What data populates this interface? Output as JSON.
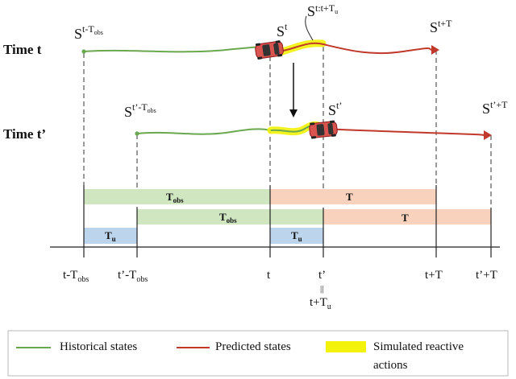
{
  "colors": {
    "historical": "#6aa84f",
    "predicted": "#c0392b",
    "reactive": "#f2f20a",
    "obs_band": "#cfe6c1",
    "pred_band": "#f8d2bd",
    "tu_band": "#bcd4ec",
    "text": "#111111",
    "car": "#d9534f"
  },
  "rows": {
    "time_t": "Time t",
    "time_t_prime": "Time t’"
  },
  "states": {
    "s_t_minus_tobs": {
      "base": "S",
      "sup": "t-T",
      "sub": "obs"
    },
    "s_t": {
      "base": "S",
      "sup": "t"
    },
    "s_t_to_tu": {
      "base": "S",
      "sup": "t:t+T",
      "sub": "u"
    },
    "s_t_plus_T": {
      "base": "S",
      "sup": "t+T"
    },
    "s_tp_minus_tobs": {
      "base": "S",
      "sup": "t’-T",
      "sub": "obs"
    },
    "s_tp": {
      "base": "S",
      "sup": "t’"
    },
    "s_tp_plus_T": {
      "base": "S",
      "sup": "t’+T"
    }
  },
  "bands": {
    "tobs": {
      "base": "T",
      "sub": "obs"
    },
    "T": "T",
    "tu": {
      "base": "T",
      "sub": "u"
    }
  },
  "axis": {
    "t_minus_tobs": {
      "base": "t-T",
      "sub": "obs"
    },
    "tp_minus_tobs": {
      "base": "t’-T",
      "sub": "obs"
    },
    "t": "t",
    "tp": "t’",
    "equals": "||",
    "t_plus_tu": {
      "base": "t+T",
      "sub": "u"
    },
    "t_plus_T": "t+T",
    "tp_plus_T": "t’+T"
  },
  "legend": {
    "historical": "Historical states",
    "predicted": "Predicted states",
    "reactive_line1": "Simulated reactive",
    "reactive_line2": "actions"
  }
}
